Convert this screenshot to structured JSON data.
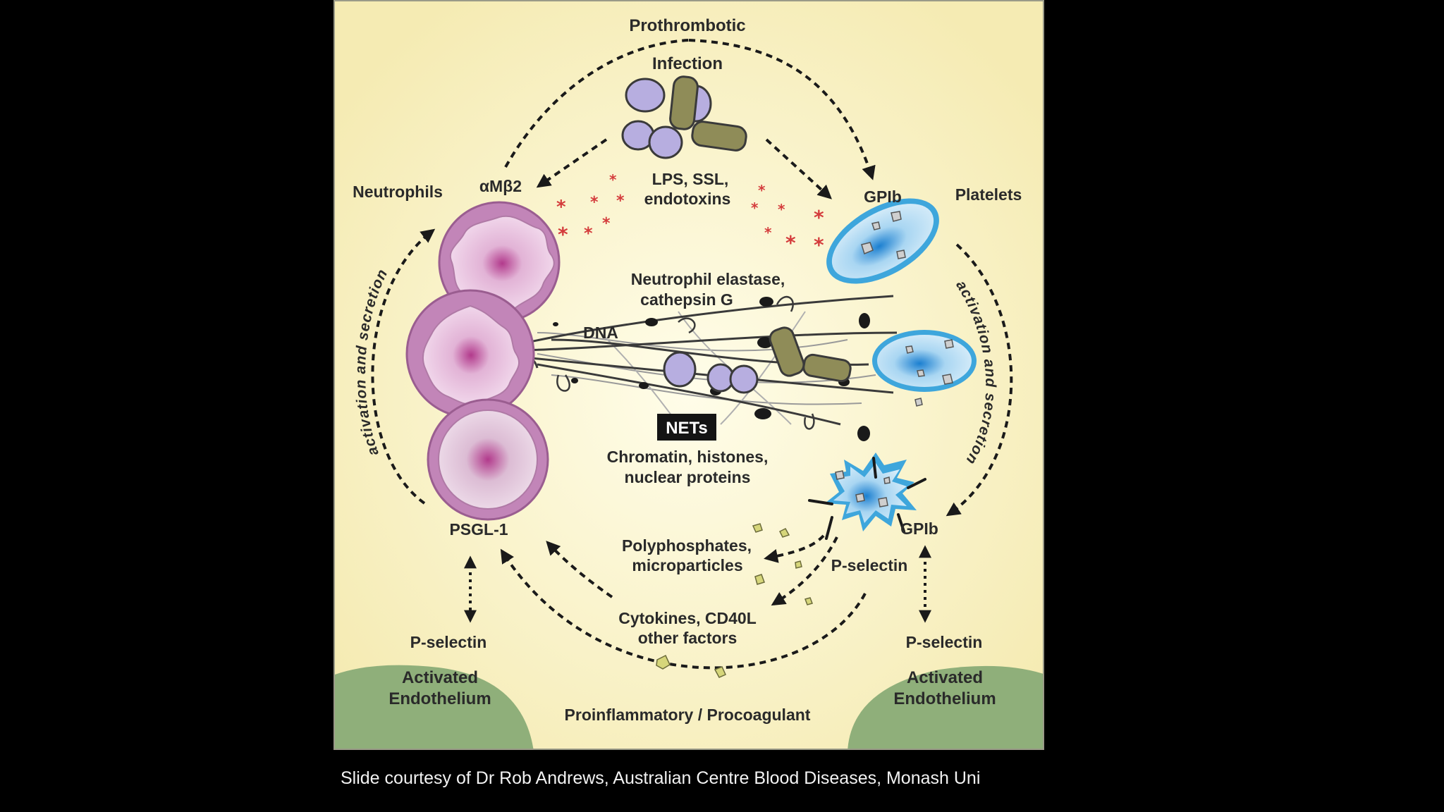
{
  "figure": {
    "colors": {
      "background_center": "#fffde9",
      "background_edge": "#f5ebb3",
      "neutrophil": "#c285b8",
      "neutrophil_nucleus": "#e9c3e1",
      "bacteria_cocci": "#b7aee0",
      "bacteria_rod": "#8f8c58",
      "platelet": "#3ea6dc",
      "endothelium": "#8faf7a",
      "factor_particles": "#d6d67a",
      "lps_asterisk": "#d43c3c",
      "arrow": "#1a1a1a"
    },
    "top_pathway": "Prothrombotic",
    "bottom_pathway": "Proinflammatory / Procoagulant",
    "infection": {
      "title": "Infection",
      "products_line1": "LPS, SSL,",
      "products_line2": "endotoxins"
    },
    "neutrophils": {
      "label": "Neutrophils",
      "integrin": "αMβ2",
      "ligand": "PSGL-1",
      "secretion_arc": "activation and secretion",
      "endothelium_receptor": "P-selectin"
    },
    "platelets": {
      "label": "Platelets",
      "receptor_top": "GPIb",
      "receptor_bottom": "GPIb",
      "adhesion_molecule": "P-selectin",
      "secretion_arc": "activation and secretion",
      "endothelium_receptor": "P-selectin"
    },
    "nets": {
      "protease_line1": "Neutrophil elastase,",
      "protease_line2": "cathepsin G",
      "dna": "DNA",
      "badge": "NETs",
      "content_line1": "Chromatin, histones,",
      "content_line2": "nuclear proteins"
    },
    "released_factors": {
      "group1_line1": "Polyphosphates,",
      "group1_line2": "microparticles",
      "group2_line1": "Cytokines, CD40L",
      "group2_line2": "other factors"
    },
    "endothelium_left": {
      "line1": "Activated",
      "line2": "Endothelium"
    },
    "endothelium_right": {
      "line1": "Activated",
      "line2": "Endothelium"
    }
  },
  "caption": "Slide courtesy of Dr Rob Andrews, Australian Centre Blood Diseases, Monash Uni"
}
